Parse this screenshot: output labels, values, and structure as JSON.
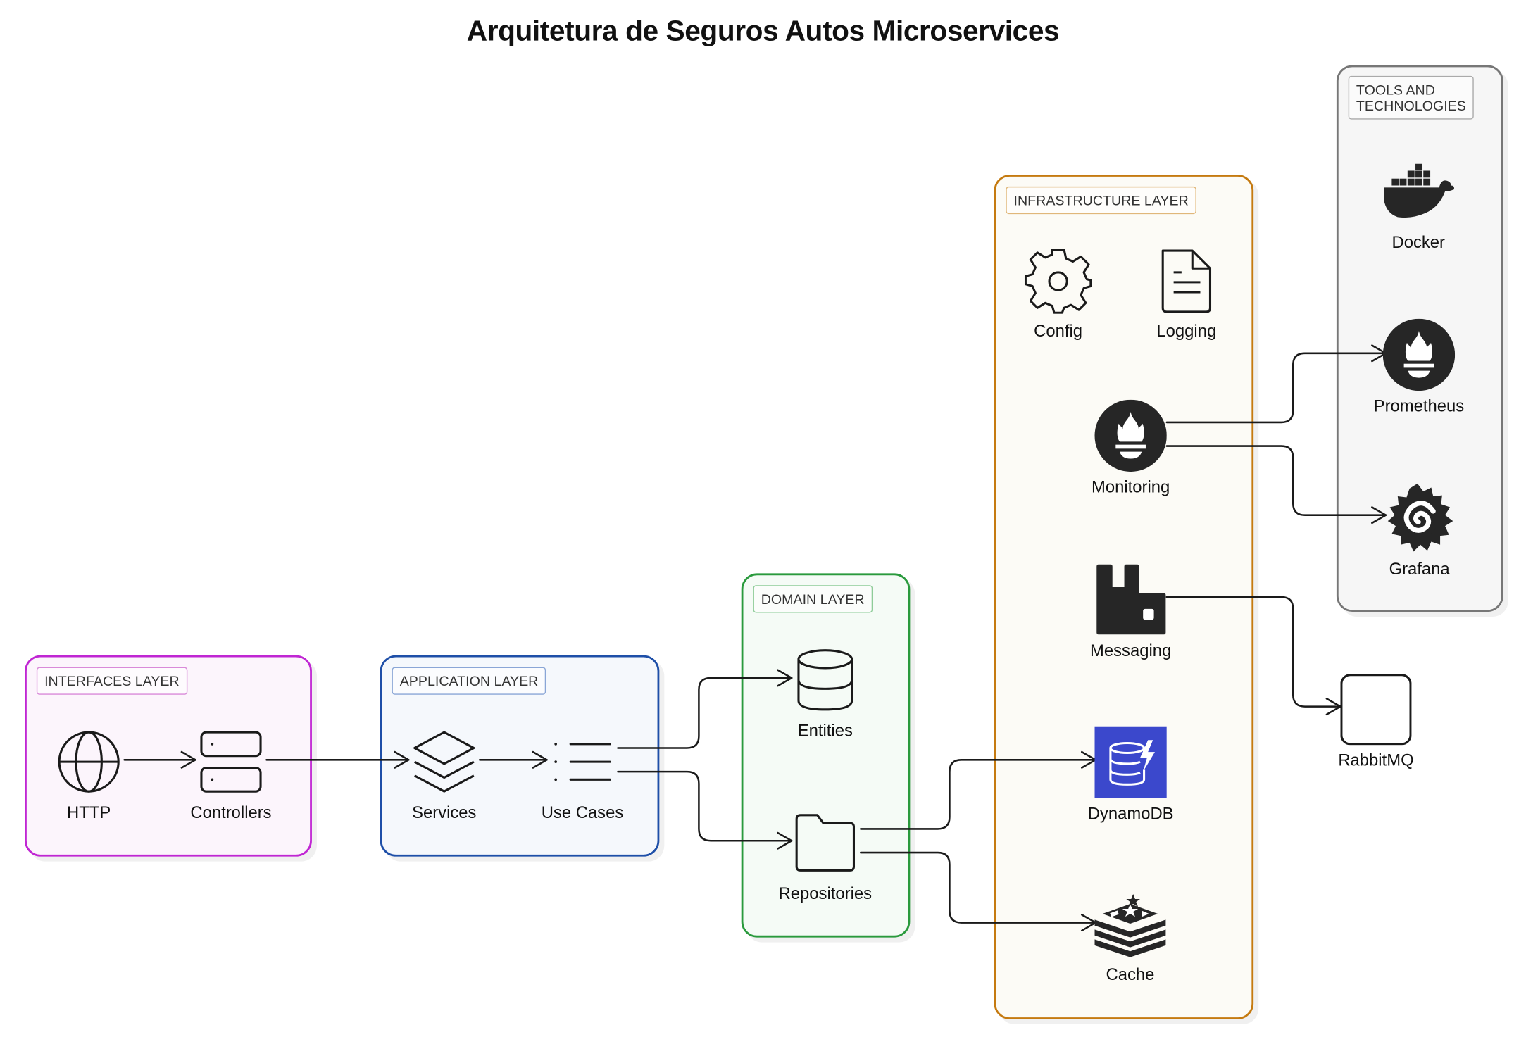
{
  "title": "Arquitetura de Seguros Autos Microservices",
  "groups": {
    "interfaces": {
      "label": "INTERFACES LAYER",
      "color": "#c026d3",
      "fill": "#fcf5fc"
    },
    "application": {
      "label": "APPLICATION LAYER",
      "color": "#1e4fa8",
      "fill": "#f5f8fc"
    },
    "domain": {
      "label": "DOMAIN LAYER",
      "color": "#2a9a3d",
      "fill": "#f5fbf6"
    },
    "infrastructure": {
      "label": "INFRASTRUCTURE LAYER",
      "color": "#c57a10",
      "fill": "#fcfbf6"
    },
    "tools": {
      "label": "TOOLS AND\nTECHNOLOGIES",
      "color": "#777777",
      "fill": "#f6f6f6"
    }
  },
  "nodes": {
    "http": {
      "label": "HTTP",
      "icon": "globe-icon"
    },
    "controllers": {
      "label": "Controllers",
      "icon": "server-icon"
    },
    "services": {
      "label": "Services",
      "icon": "layers-icon"
    },
    "use_cases": {
      "label": "Use Cases",
      "icon": "list-icon"
    },
    "entities": {
      "label": "Entities",
      "icon": "database-icon"
    },
    "repositories": {
      "label": "Repositories",
      "icon": "folder-icon"
    },
    "config": {
      "label": "Config",
      "icon": "gear-icon"
    },
    "logging": {
      "label": "Logging",
      "icon": "file-text-icon"
    },
    "monitoring": {
      "label": "Monitoring",
      "icon": "prometheus-icon"
    },
    "messaging": {
      "label": "Messaging",
      "icon": "rabbitmq-icon"
    },
    "dynamodb": {
      "label": "DynamoDB",
      "icon": "dynamodb-icon"
    },
    "cache": {
      "label": "Cache",
      "icon": "redis-icon"
    },
    "docker": {
      "label": "Docker",
      "icon": "docker-icon"
    },
    "prometheus": {
      "label": "Prometheus",
      "icon": "prometheus-icon"
    },
    "grafana": {
      "label": "Grafana",
      "icon": "grafana-icon"
    },
    "rabbitmq": {
      "label": "RabbitMQ",
      "icon": "blank-box-icon"
    }
  },
  "colors": {
    "stroke": "#1a1a1a",
    "dynamodb": "#3b48cc"
  }
}
